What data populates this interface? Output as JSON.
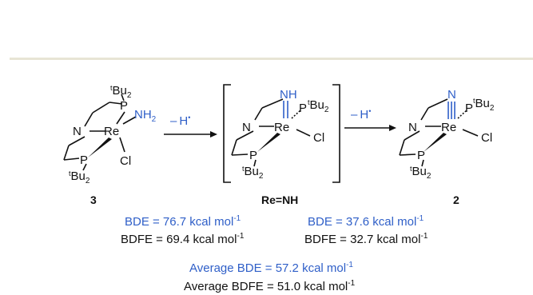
{
  "atoms": {
    "Re": "Re",
    "N": "N",
    "P": "P",
    "Cl": "Cl",
    "tBu2_t": "t",
    "tBu2_main": "Bu",
    "tBu2_sub": "2",
    "NH2_main": "NH",
    "NH2_sub": "2",
    "NH": "NH",
    "H_radical": "H",
    "dot": "•",
    "minus": "–"
  },
  "compounds": {
    "left": "3",
    "middle": "Re=NH",
    "right": "2"
  },
  "energies": {
    "step1": {
      "bde": "BDE = 76.7 kcal mol",
      "bdfe": "BDFE = 69.4 kcal mol"
    },
    "step2": {
      "bde": "BDE = 37.6 kcal mol",
      "bdfe": "BDFE = 32.7 kcal mol"
    },
    "average": {
      "bde": "Average BDE = 57.2 kcal mol",
      "bdfe": "Average BDFE = 51.0 kcal mol"
    },
    "unit_exponent": "-1"
  },
  "colors": {
    "accent_blue": "#2f5fc8",
    "rule": "#e8e5d5",
    "text": "#111111"
  }
}
